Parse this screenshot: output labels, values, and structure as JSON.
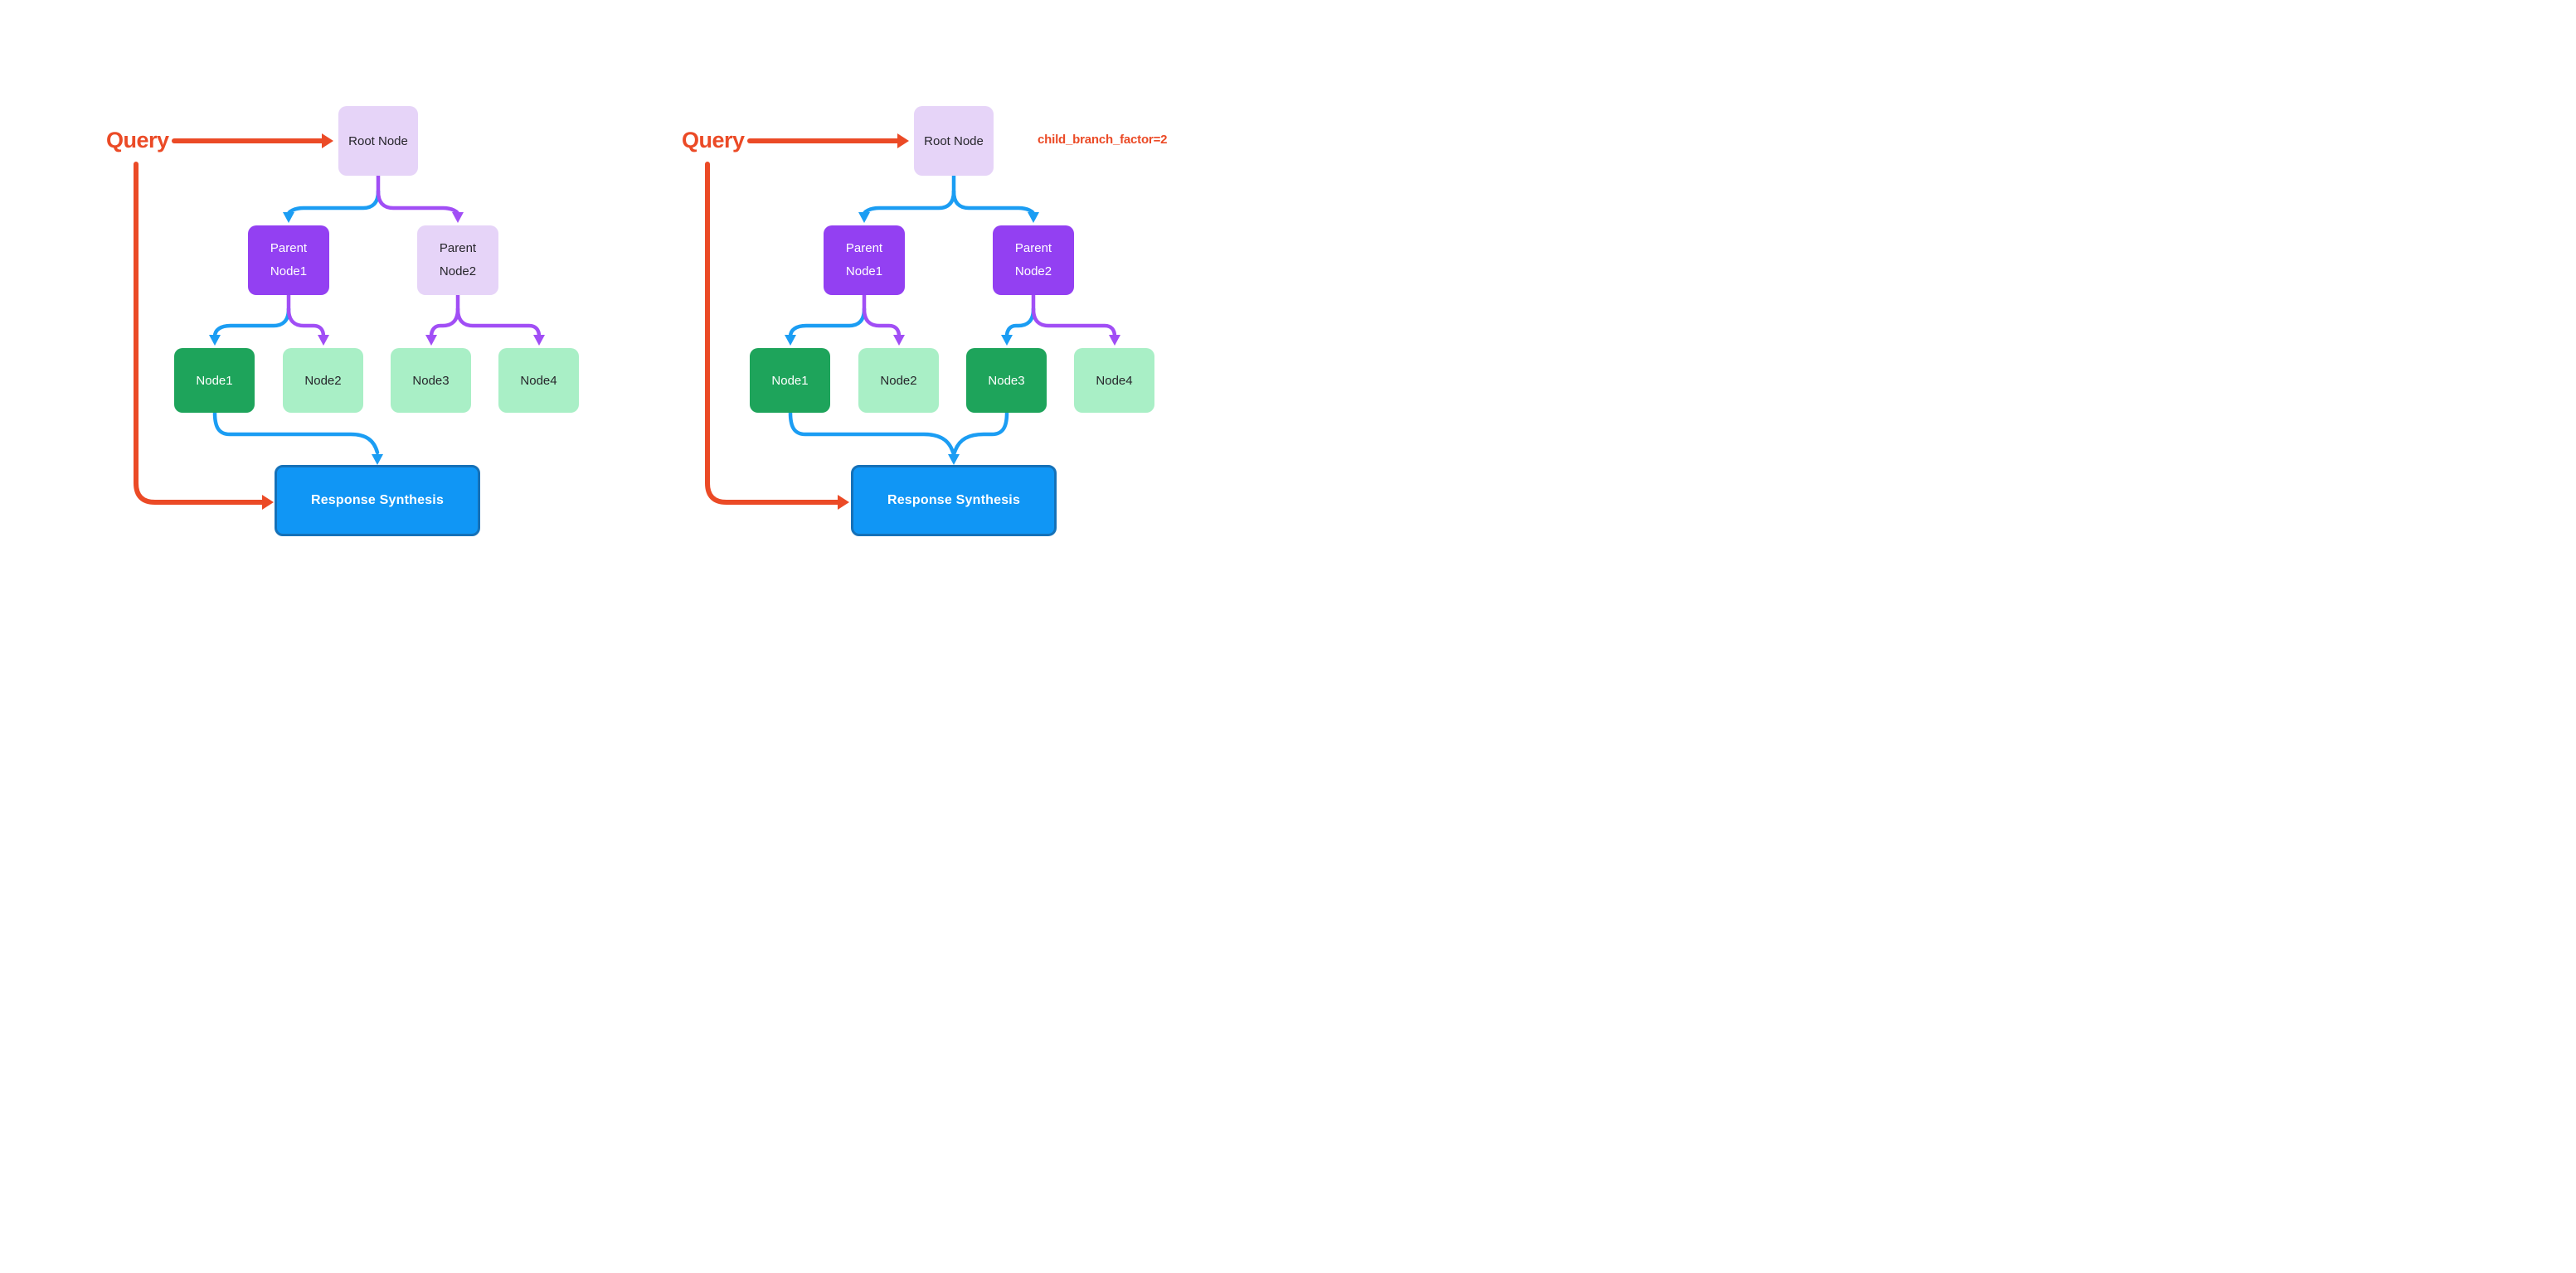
{
  "colors": {
    "query_red": "#EB4A26",
    "edge_blue": "#1B9DF3",
    "edge_purple": "#A14EF5",
    "node_purple": "#9340F2",
    "node_lavender": "#E6D4F8",
    "node_green_dark": "#1EA45B",
    "node_green_light": "#A9EFC6",
    "synthesis_blue": "#1096F5",
    "synthesis_border": "#1571B8",
    "text_dark": "#26262B"
  },
  "diagrams": [
    {
      "query_label": "Query",
      "root": {
        "label": "Root Node",
        "highlighted": false
      },
      "parents": [
        {
          "label": "Parent Node1",
          "highlighted": true
        },
        {
          "label": "Parent Node2",
          "highlighted": false
        }
      ],
      "leaves": [
        {
          "label": "Node1",
          "highlighted": true
        },
        {
          "label": "Node2",
          "highlighted": false
        },
        {
          "label": "Node3",
          "highlighted": false
        },
        {
          "label": "Node4",
          "highlighted": false
        }
      ],
      "synthesis_label": "Response Synthesis"
    },
    {
      "query_label": "Query",
      "annotation": "child_branch_factor=2",
      "root": {
        "label": "Root Node",
        "highlighted": false
      },
      "parents": [
        {
          "label": "Parent Node1",
          "highlighted": true
        },
        {
          "label": "Parent Node2",
          "highlighted": true
        }
      ],
      "leaves": [
        {
          "label": "Node1",
          "highlighted": true
        },
        {
          "label": "Node2",
          "highlighted": false
        },
        {
          "label": "Node3",
          "highlighted": true
        },
        {
          "label": "Node4",
          "highlighted": false
        }
      ],
      "synthesis_label": "Response Synthesis"
    }
  ]
}
